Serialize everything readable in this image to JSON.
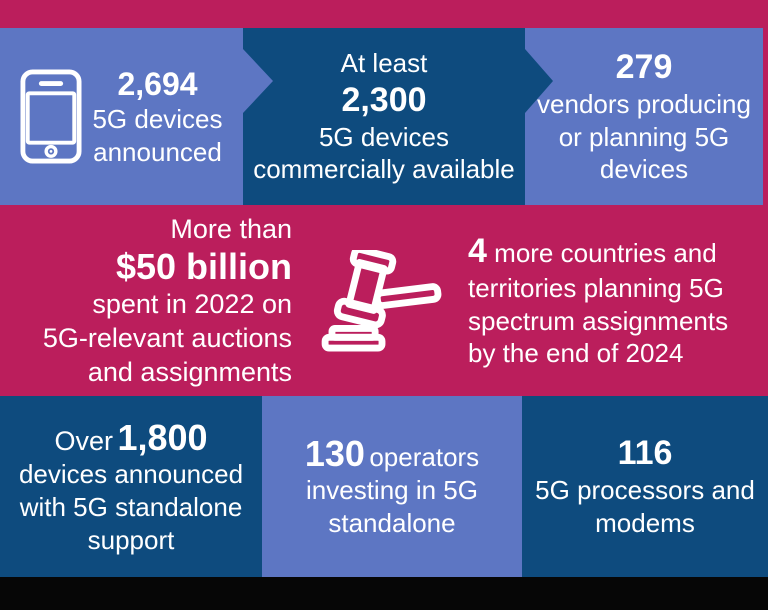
{
  "colors": {
    "magenta": "#bb1e5c",
    "periwinkle": "#5d76c3",
    "navy": "#0e4b7e",
    "black": "#060606",
    "text": "#ffffff"
  },
  "row1": {
    "devices_announced": {
      "icon": "smartphone-icon",
      "value": "2,694",
      "label": "5G devices\nannounced"
    },
    "commercially_available": {
      "prefix": "At least",
      "value": "2,300",
      "label": "5G devices\ncommercially available"
    },
    "vendors": {
      "value": "279",
      "label": "vendors producing\nor planning 5G\ndevices"
    }
  },
  "row2": {
    "spend": {
      "prefix": "More than",
      "value": "$50 billion",
      "label": "spent in 2022 on\n5G-relevant auctions\nand assignments"
    },
    "icon": "gavel-icon",
    "spectrum": {
      "value": "4",
      "label": "more countries and\nterritories planning 5G\nspectrum assignments\nby the end of 2024"
    }
  },
  "row3": {
    "standalone_devices": {
      "prefix": "Over",
      "value": "1,800",
      "label": "devices announced\nwith 5G standalone\nsupport"
    },
    "operators": {
      "value": "130",
      "suffix": "operators",
      "label": "investing in 5G\nstandalone"
    },
    "processors": {
      "value": "116",
      "label": "5G processors and\nmodems"
    }
  }
}
